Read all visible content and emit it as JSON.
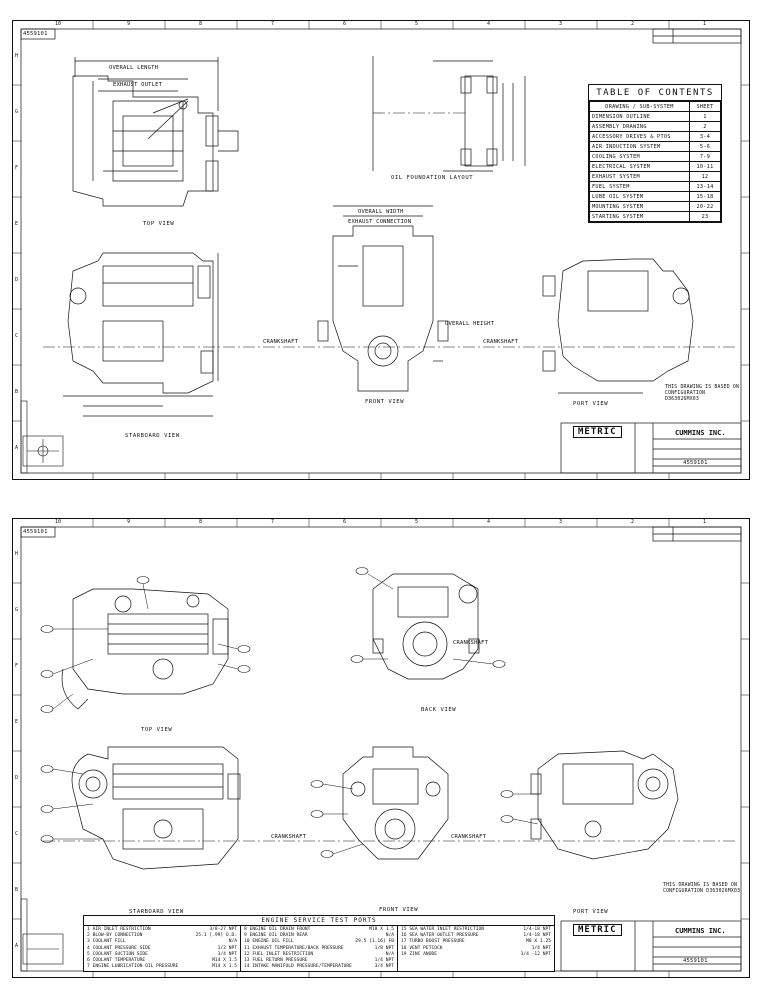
{
  "sheet1": {
    "revision": "4559101",
    "zone_numbers": [
      "10",
      "9",
      "8",
      "7",
      "6",
      "5",
      "4",
      "3",
      "2",
      "1"
    ],
    "zone_letters": [
      "H",
      "G",
      "F",
      "E",
      "D",
      "C",
      "B",
      "A"
    ],
    "toc": {
      "title": "TABLE OF CONTENTS",
      "header_left": "DRAWING / SUB-SYSTEM",
      "header_right": "SHEET",
      "rows": [
        {
          "name": "DIMENSION OUTLINE",
          "sheet": "1"
        },
        {
          "name": "ASSEMBLY DRAWING",
          "sheet": "2"
        },
        {
          "name": "ACCESSORY DRIVES & PTOS",
          "sheet": "3-4"
        },
        {
          "name": "AIR INDUCTION SYSTEM",
          "sheet": "5-6"
        },
        {
          "name": "COOLING SYSTEM",
          "sheet": "7-9"
        },
        {
          "name": "ELECTRICAL SYSTEM",
          "sheet": "10-11"
        },
        {
          "name": "EXHAUST SYSTEM",
          "sheet": "12"
        },
        {
          "name": "FUEL SYSTEM",
          "sheet": "13-14"
        },
        {
          "name": "LUBE OIL SYSTEM",
          "sheet": "15-18"
        },
        {
          "name": "MOUNTING SYSTEM",
          "sheet": "20-22"
        },
        {
          "name": "STARTING SYSTEM",
          "sheet": "23"
        }
      ]
    },
    "views": {
      "top": "TOP VIEW",
      "starboard": "STARBOARD VIEW",
      "front": "FRONT VIEW",
      "port": "PORT VIEW",
      "foundation": "OIL FOUNDATION LAYOUT"
    },
    "crankshaft": "CRANKSHAFT",
    "dims": {
      "overall_length": "OVERALL LENGTH",
      "overall_width": "OVERALL WIDTH",
      "overall_height": "OVERALL HEIGHT",
      "exhaust_outlet": "EXHAUST OUTLET",
      "exhaust_connection": "EXHAUST CONNECTION"
    },
    "note": "THIS DRAWING IS BASED ON CONFIGURATION D363026MX03",
    "metric": "METRIC",
    "company": "CUMMINS INC.",
    "part_no": "4559101"
  },
  "sheet2": {
    "revision": "4559101",
    "zone_numbers": [
      "10",
      "9",
      "8",
      "7",
      "6",
      "5",
      "4",
      "3",
      "2",
      "1"
    ],
    "zone_letters": [
      "H",
      "G",
      "F",
      "E",
      "D",
      "C",
      "B",
      "A"
    ],
    "views": {
      "top": "TOP VIEW",
      "back": "BACK VIEW",
      "starboard": "STARBOARD VIEW",
      "front": "FRONT VIEW",
      "port": "PORT VIEW"
    },
    "crankshaft": "CRANKSHAFT",
    "note": "THIS DRAWING IS BASED ON CONFIGURATION D363026MX03",
    "metric": "METRIC",
    "company": "CUMMINS INC.",
    "part_no": "4559101",
    "ports": {
      "title": "ENGINE SERVICE TEST PORTS",
      "col1": [
        {
          "n": "1",
          "name": "AIR INLET RESTRICTION",
          "v": "3/8-27 NPT"
        },
        {
          "n": "2",
          "name": "BLOW-BY CONNECTION",
          "v": "25.1 [.99] O.D."
        },
        {
          "n": "3",
          "name": "COOLANT FILL",
          "v": "N/A"
        },
        {
          "n": "4",
          "name": "COOLANT PRESSURE SIDE",
          "v": "1/2 NPT"
        },
        {
          "n": "5",
          "name": "COOLANT SUCTION SIDE",
          "v": "3/4 NPT"
        },
        {
          "n": "6",
          "name": "COOLANT TEMPERATURE",
          "v": "M14 X 1.5"
        },
        {
          "n": "7",
          "name": "ENGINE LUBRICATION OIL PRESSURE",
          "v": "M14 X 1.5"
        }
      ],
      "col2": [
        {
          "n": "8",
          "name": "ENGINE OIL DRAIN FRONT",
          "v": "M18 X 1.5"
        },
        {
          "n": "9",
          "name": "ENGINE OIL DRAIN REAR",
          "v": "N/A"
        },
        {
          "n": "10",
          "name": "ENGINE OIL FILL",
          "v": "29.5 [1.16] FB"
        },
        {
          "n": "11",
          "name": "EXHAUST TEMPERATURE/BACK PRESSURE",
          "v": "1/8 NPT"
        },
        {
          "n": "12",
          "name": "FUEL INLET RESTRICTION",
          "v": "N/A"
        },
        {
          "n": "13",
          "name": "FUEL RETURN PRESSURE",
          "v": "1/4 NPT"
        },
        {
          "n": "14",
          "name": "INTAKE MANIFOLD PRESSURE/TEMPERATURE",
          "v": "3/4 NPT"
        }
      ],
      "col3": [
        {
          "n": "15",
          "name": "SEA WATER INLET RESTRICTION",
          "v": "1/4-18 NPT"
        },
        {
          "n": "16",
          "name": "SEA WATER OUTLET PRESSURE",
          "v": "1/4-18 NPT"
        },
        {
          "n": "17",
          "name": "TURBO BOOST PRESSURE",
          "v": "M8 X 1.25"
        },
        {
          "n": "18",
          "name": "VENT PETCOCK",
          "v": "1/4 NPT"
        },
        {
          "n": "19",
          "name": "ZINC ANODE",
          "v": "3/4 -12 NPT"
        }
      ]
    }
  }
}
